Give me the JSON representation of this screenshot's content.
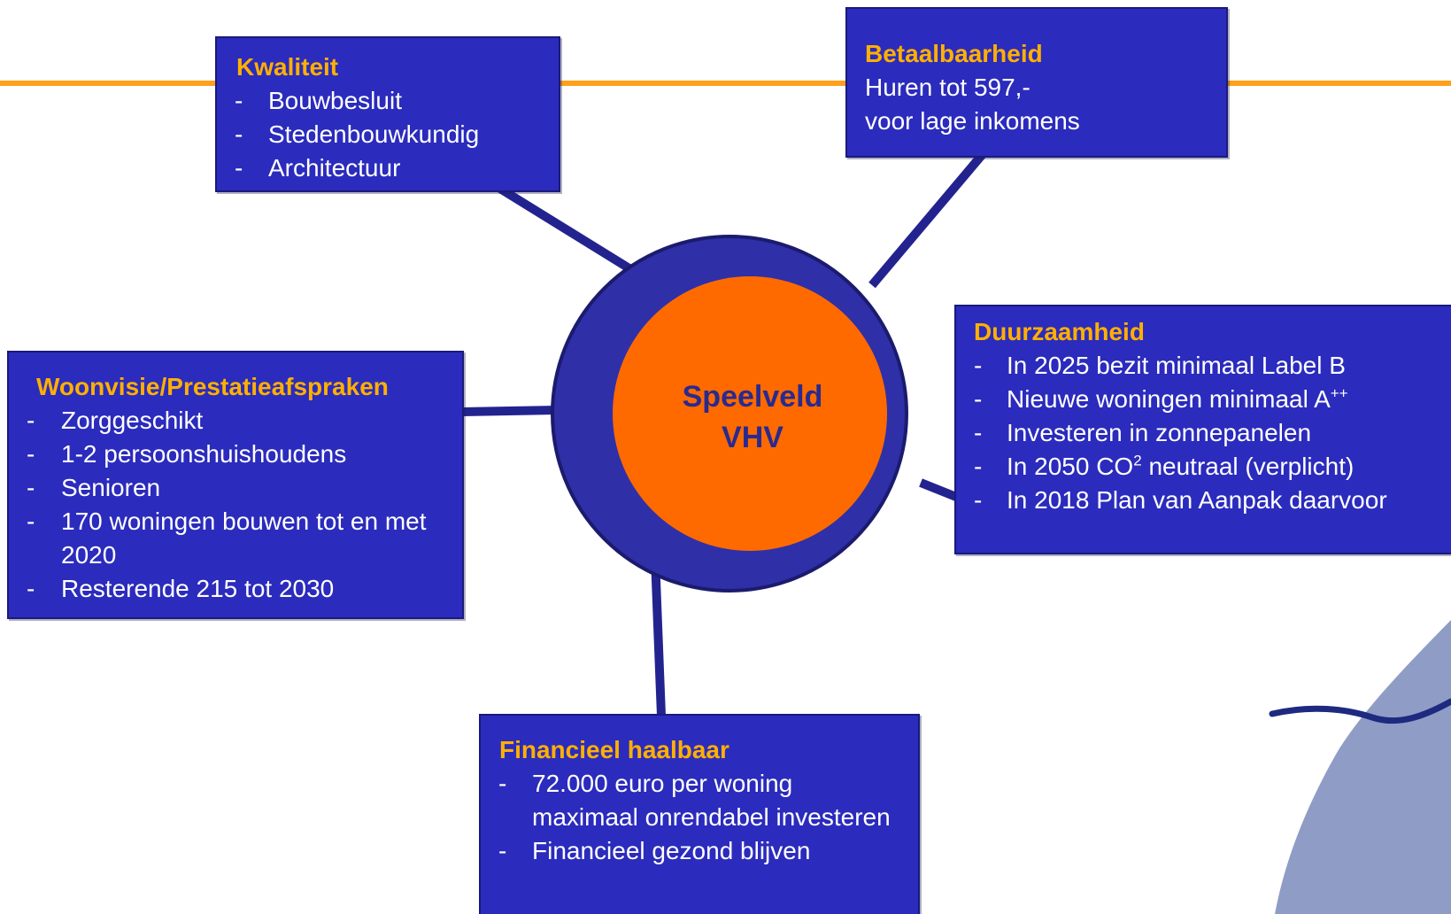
{
  "colors": {
    "box_fill": "#2b2bbd",
    "box_title": "#ffb000",
    "box_text": "#ffffff",
    "connector": "#23238f",
    "orange_line": "#ff9f1a",
    "ring": "#2f2fa8",
    "core": "#ff6a00",
    "center_text": "#2a2a8e",
    "wave": "#1e2a80",
    "corner_shape": "#8f9cc6"
  },
  "center": {
    "line1": "Speelveld",
    "line2": "VHV"
  },
  "kwaliteit": {
    "title": "Kwaliteit",
    "items": [
      "Bouwbesluit",
      "Stedenbouwkundig",
      "Architectuur"
    ]
  },
  "betaalbaarheid": {
    "title": "Betaalbaarheid",
    "lines": [
      "Huren tot 597,-",
      "voor lage inkomens"
    ]
  },
  "woonvisie": {
    "title": "Woonvisie/Prestatieafspraken",
    "items": [
      "Zorggeschikt",
      "1-2 persoonshuishoudens",
      "Senioren",
      "170 woningen bouwen tot en met 2020",
      "Resterende 215 tot 2030"
    ]
  },
  "duurzaamheid": {
    "title": "Duurzaamheid",
    "items": {
      "i1": "In 2025 bezit minimaal Label B",
      "i2_pre": "Nieuwe woningen minimaal A",
      "i2_sup": "++",
      "i3": "Investeren in zonnepanelen",
      "i4_pre": "In 2050 CO",
      "i4_sup": "2",
      "i4_post": " neutraal (verplicht)",
      "i5": "In 2018 Plan van Aanpak daarvoor"
    }
  },
  "financieel": {
    "title": "Financieel haalbaar",
    "items": [
      "72.000 euro per woning maximaal onrendabel investeren",
      "Financieel gezond blijven"
    ]
  }
}
